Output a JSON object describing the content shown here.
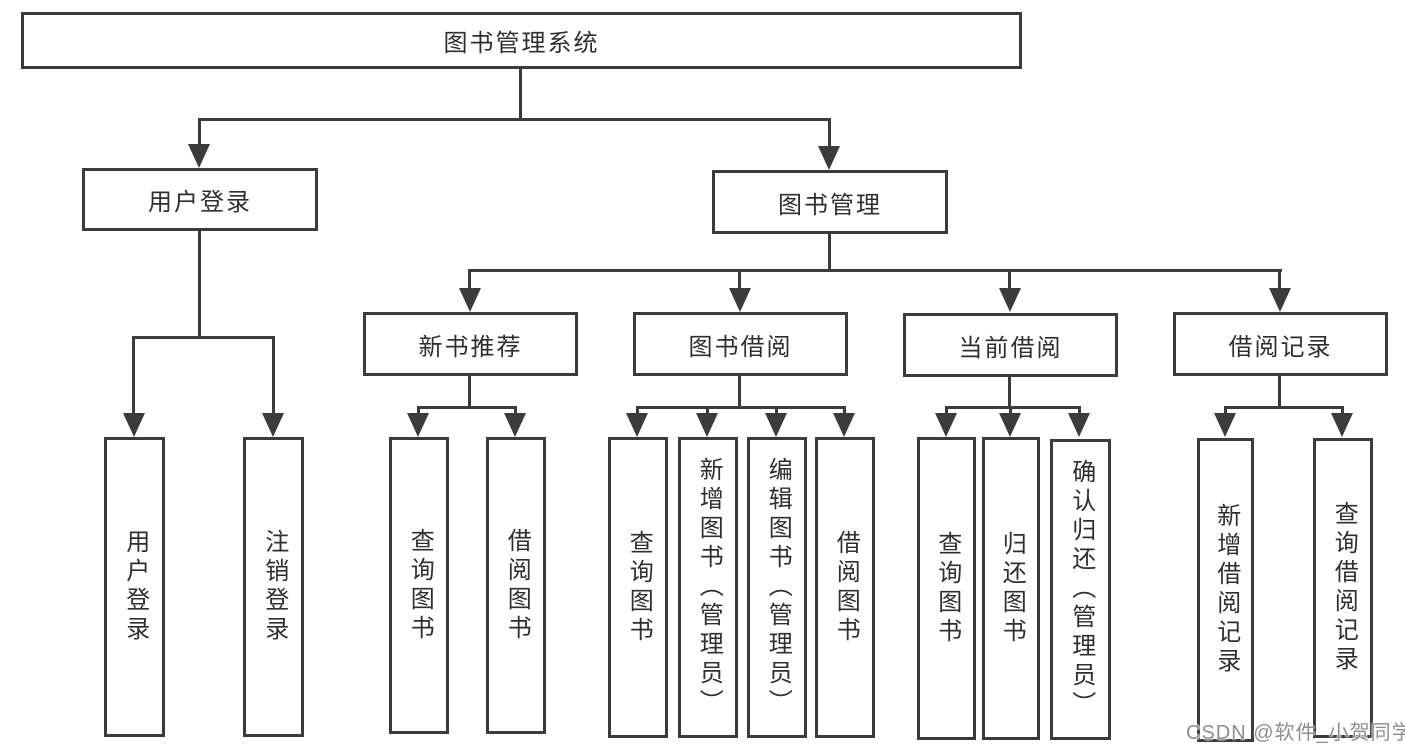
{
  "colors": {
    "line": "#3b3b3b",
    "text": "#2f2f2f",
    "watermark": "#8e8e93",
    "background": "#ffffff"
  },
  "tree": {
    "root": {
      "label": "图书管理系统"
    },
    "branches": [
      {
        "label": "用户登录",
        "leaves": [
          {
            "label": "用户登录"
          },
          {
            "label": "注销登录"
          }
        ]
      },
      {
        "label": "图书管理",
        "children": [
          {
            "label": "新书推荐",
            "leaves": [
              {
                "label": "查询图书"
              },
              {
                "label": "借阅图书"
              }
            ]
          },
          {
            "label": "图书借阅",
            "leaves": [
              {
                "label": "查询图书"
              },
              {
                "label": "新增图书（管理员）"
              },
              {
                "label": "编辑图书（管理员）"
              },
              {
                "label": "借阅图书"
              }
            ]
          },
          {
            "label": "当前借阅",
            "leaves": [
              {
                "label": "查询图书"
              },
              {
                "label": "归还图书"
              },
              {
                "label": "确认归还（管理员）"
              }
            ]
          },
          {
            "label": "借阅记录",
            "leaves": [
              {
                "label": "新增借阅记录"
              },
              {
                "label": "查询借阅记录"
              }
            ]
          }
        ]
      }
    ]
  },
  "watermark": {
    "text": "CSDN @软件_小贺同学"
  }
}
